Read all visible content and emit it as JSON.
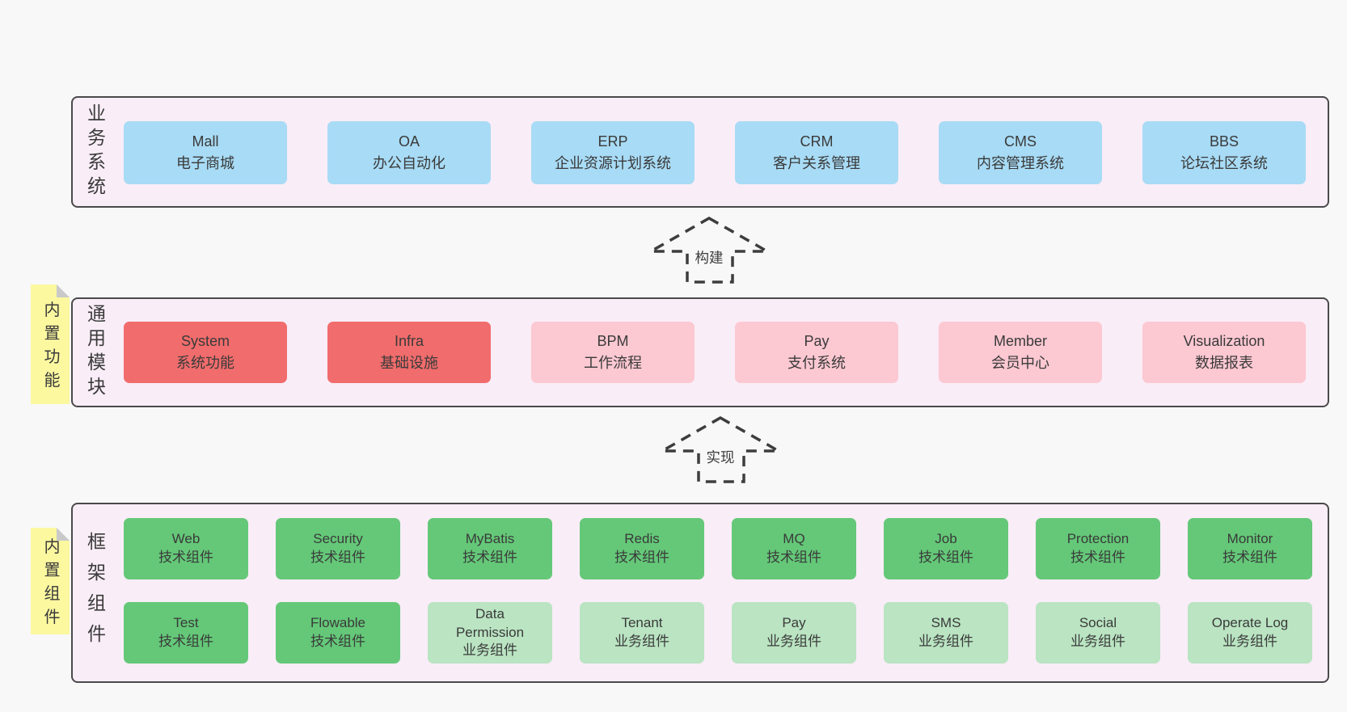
{
  "colors": {
    "page-bg": "#f8f8f8",
    "panel-bg": "#f9edf7",
    "border": "#4a4a4a",
    "text": "#3a3a3a",
    "blue": "#a8dbf5",
    "red": "#f16c6c",
    "pink": "#fcc8d2",
    "green": "#64c878",
    "green-light": "#bae4c2",
    "note-bg": "#fbf8a0",
    "note-fold": "#c9c9c9",
    "arrow": "#3d3d3d"
  },
  "layers": {
    "business": {
      "label": "业务系统",
      "boxes": [
        {
          "name": "Mall",
          "desc": "电子商城"
        },
        {
          "name": "OA",
          "desc": "办公自动化"
        },
        {
          "name": "ERP",
          "desc": "企业资源计划系统"
        },
        {
          "name": "CRM",
          "desc": "客户关系管理"
        },
        {
          "name": "CMS",
          "desc": "内容管理系统"
        },
        {
          "name": "BBS",
          "desc": "论坛社区系统"
        }
      ]
    },
    "modules": {
      "label": "通用模块",
      "note": "内置功能",
      "boxes": [
        {
          "name": "System",
          "desc": "系统功能"
        },
        {
          "name": "Infra",
          "desc": "基础设施"
        },
        {
          "name": "BPM",
          "desc": "工作流程"
        },
        {
          "name": "Pay",
          "desc": "支付系统"
        },
        {
          "name": "Member",
          "desc": "会员中心"
        },
        {
          "name": "Visualization",
          "desc": "数据报表"
        }
      ]
    },
    "framework": {
      "label": "框架组件",
      "note": "内置组件",
      "row_top": [
        {
          "name": "Web",
          "desc": "技术组件"
        },
        {
          "name": "Security",
          "desc": "技术组件"
        },
        {
          "name": "MyBatis",
          "desc": "技术组件"
        },
        {
          "name": "Redis",
          "desc": "技术组件"
        },
        {
          "name": "MQ",
          "desc": "技术组件"
        },
        {
          "name": "Job",
          "desc": "技术组件"
        },
        {
          "name": "Protection",
          "desc": "技术组件"
        },
        {
          "name": "Monitor",
          "desc": "技术组件"
        }
      ],
      "row_bottom": [
        {
          "name": "Test",
          "desc": "技术组件"
        },
        {
          "name": "Flowable",
          "desc": "技术组件"
        },
        {
          "name": "Data\nPermission",
          "desc": "业务组件"
        },
        {
          "name": "Tenant",
          "desc": "业务组件"
        },
        {
          "name": "Pay",
          "desc": "业务组件"
        },
        {
          "name": "SMS",
          "desc": "业务组件"
        },
        {
          "name": "Social",
          "desc": "业务组件"
        },
        {
          "name": "Operate Log",
          "desc": "业务组件"
        }
      ]
    }
  },
  "arrows": [
    {
      "label": "构建"
    },
    {
      "label": "实现"
    }
  ]
}
